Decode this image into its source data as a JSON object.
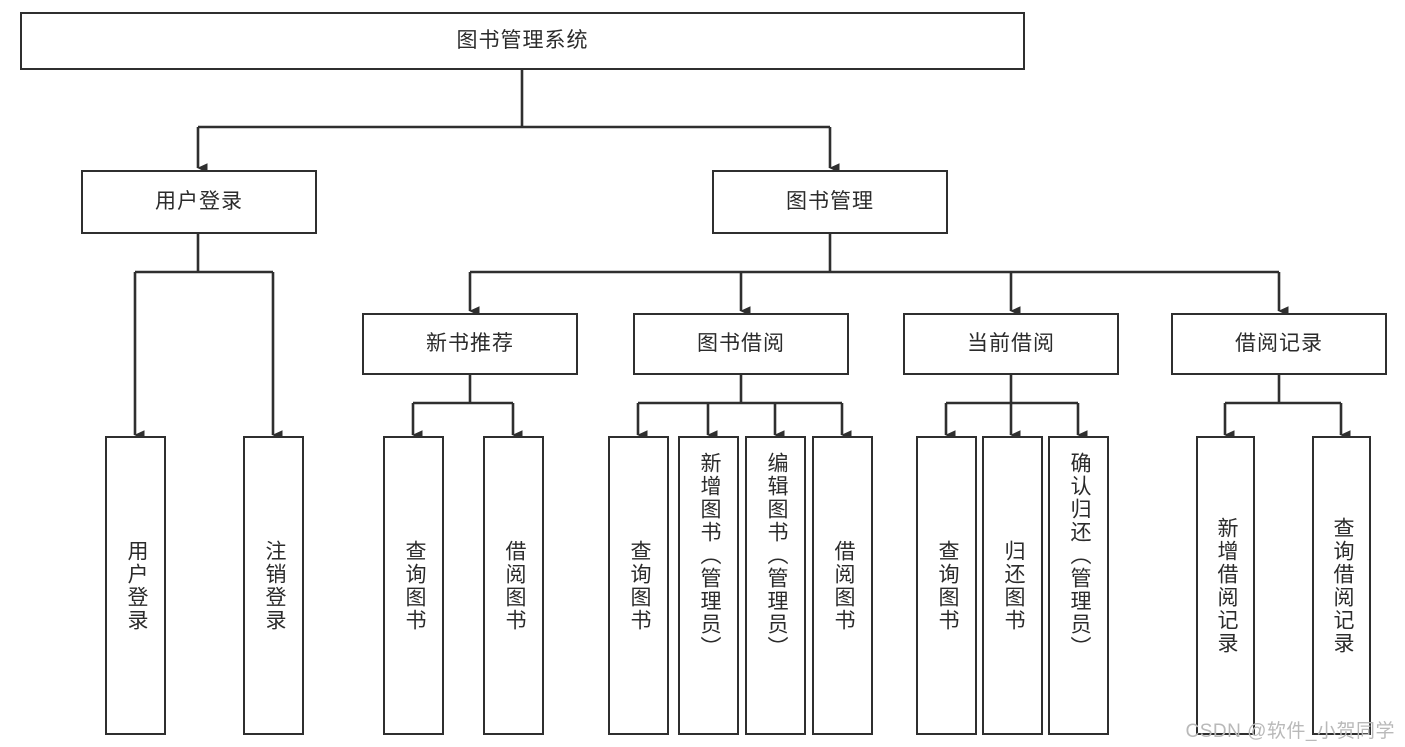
{
  "diagram": {
    "title": "图书管理系统",
    "type": "tree-hierarchy-chart",
    "watermark": "CSDN @软件_小贺同学",
    "colors": {
      "stroke": "#2f2f2f",
      "fill": "#ffffff",
      "text": "#2b2b2b",
      "watermark": "#b9b9b9"
    },
    "root": {
      "label": "图书管理系统"
    },
    "level2": [
      {
        "label": "用户登录"
      },
      {
        "label": "图书管理"
      }
    ],
    "level3": [
      {
        "label": "新书推荐"
      },
      {
        "label": "图书借阅"
      },
      {
        "label": "当前借阅"
      },
      {
        "label": "借阅记录"
      }
    ],
    "leaves": {
      "user_login": [
        {
          "label": "用户登录"
        },
        {
          "label": "注销登录"
        }
      ],
      "new_book": [
        {
          "label": "查询图书"
        },
        {
          "label": "借阅图书"
        }
      ],
      "borrow_book": [
        {
          "label": "查询图书"
        },
        {
          "label": "新增图书（管理员）"
        },
        {
          "label": "编辑图书（管理员）"
        },
        {
          "label": "借阅图书"
        }
      ],
      "current_borrow": [
        {
          "label": "查询图书"
        },
        {
          "label": "归还图书"
        },
        {
          "label": "确认归还（管理员）"
        }
      ],
      "borrow_record": [
        {
          "label": "新增借阅记录"
        },
        {
          "label": "查询借阅记录"
        }
      ]
    }
  }
}
